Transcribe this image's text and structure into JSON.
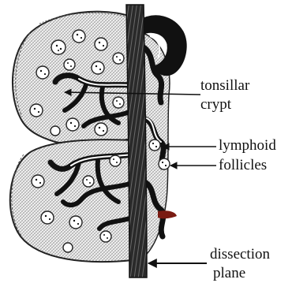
{
  "labels": {
    "tonsillar_crypt": [
      "tonsillar",
      "crypt"
    ],
    "lymphoid_follicles": [
      "lymphoid",
      "follicles"
    ],
    "dissection_plane": [
      "dissection",
      "plane"
    ]
  },
  "colors": {
    "ink": "#111111",
    "tissue_fill": "#eeeeee",
    "follicle_fill": "#ffffff",
    "blood": "#7a1b12"
  }
}
